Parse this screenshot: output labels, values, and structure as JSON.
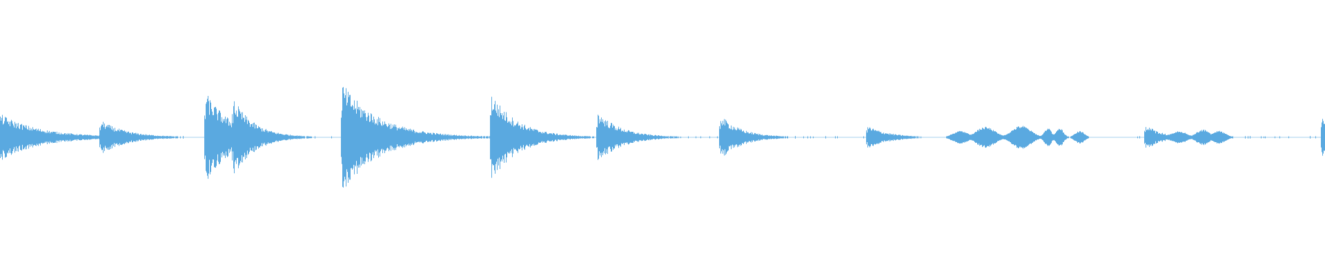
{
  "waveform": {
    "color": "#5aa9e0",
    "background": "#ffffff",
    "amplitude_range": [
      -1,
      1
    ],
    "events": [
      {
        "t": 0.0,
        "peak": 0.18,
        "decay": 0.03,
        "kind": "transient"
      },
      {
        "t": 0.076,
        "peak": 0.13,
        "decay": 0.02,
        "kind": "transient"
      },
      {
        "t": 0.155,
        "peak": 0.35,
        "decay": 0.02,
        "kind": "transient"
      },
      {
        "t": 0.176,
        "peak": 0.3,
        "decay": 0.016,
        "kind": "transient"
      },
      {
        "t": 0.258,
        "peak": 0.42,
        "decay": 0.028,
        "kind": "transient"
      },
      {
        "t": 0.371,
        "peak": 0.34,
        "decay": 0.02,
        "kind": "transient"
      },
      {
        "t": 0.451,
        "peak": 0.2,
        "decay": 0.018,
        "kind": "transient"
      },
      {
        "t": 0.544,
        "peak": 0.17,
        "decay": 0.016,
        "kind": "transient"
      },
      {
        "t": 0.655,
        "peak": 0.09,
        "decay": 0.016,
        "kind": "transient"
      },
      {
        "t": 0.725,
        "peak": 0.05,
        "decay": 0.008,
        "kind": "swell"
      },
      {
        "t": 0.744,
        "peak": 0.08,
        "decay": 0.01,
        "kind": "swell"
      },
      {
        "t": 0.771,
        "peak": 0.09,
        "decay": 0.01,
        "kind": "swell"
      },
      {
        "t": 0.791,
        "peak": 0.07,
        "decay": 0.004,
        "kind": "swell"
      },
      {
        "t": 0.8,
        "peak": 0.07,
        "decay": 0.004,
        "kind": "swell"
      },
      {
        "t": 0.815,
        "peak": 0.05,
        "decay": 0.005,
        "kind": "swell"
      },
      {
        "t": 0.865,
        "peak": 0.1,
        "decay": 0.012,
        "kind": "transient"
      },
      {
        "t": 0.89,
        "peak": 0.05,
        "decay": 0.008,
        "kind": "swell"
      },
      {
        "t": 0.908,
        "peak": 0.06,
        "decay": 0.007,
        "kind": "swell"
      },
      {
        "t": 0.92,
        "peak": 0.05,
        "decay": 0.007,
        "kind": "swell"
      },
      {
        "t": 0.998,
        "peak": 0.2,
        "decay": 0.004,
        "kind": "transient"
      }
    ]
  }
}
